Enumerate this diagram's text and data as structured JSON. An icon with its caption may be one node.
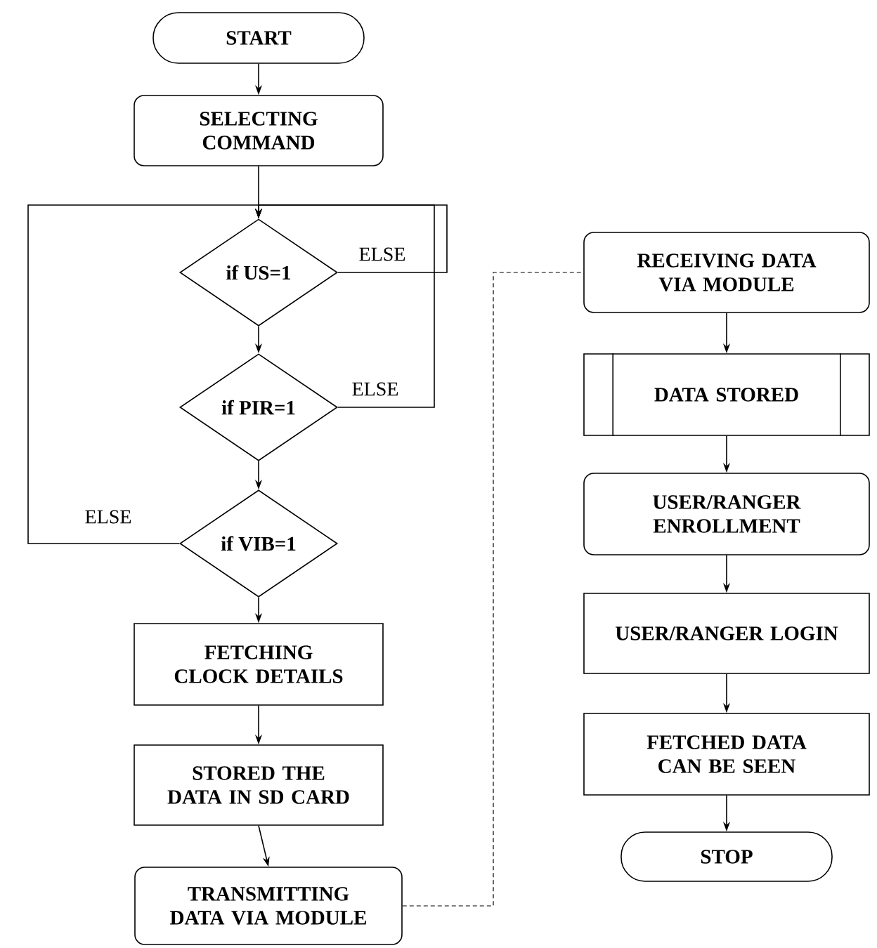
{
  "diagram": {
    "nodes": [
      {
        "text": [
          "START"
        ]
      },
      {
        "text": [
          "SELECTING COMMAND"
        ]
      },
      {
        "text": [
          "if US=1"
        ]
      },
      {
        "text": [
          "if PIR=1"
        ]
      },
      {
        "text": [
          "if VIB=1"
        ]
      },
      {
        "text": [
          "FETCHING CLOCK DETAILS"
        ]
      },
      {
        "text": [
          "STORED THE DATA IN SD CARD"
        ]
      },
      {
        "text": [
          "TRANSMITTING DATA VIA MODULE"
        ]
      },
      {
        "text": [
          "RECEIVING DATA VIA MODULE"
        ]
      },
      {
        "text": [
          "DATA STORED"
        ]
      },
      {
        "text": [
          "USER/RANGER ENROLLMENT"
        ]
      },
      {
        "text": [
          "USER/RANGER LOGIN"
        ]
      },
      {
        "text": [
          "FETCHED DATA CAN BE SEEN"
        ]
      },
      {
        "text": [
          "STOP"
        ]
      }
    ],
    "edges": [
      {
        "from": 0,
        "to": 1,
        "arrow": "to"
      },
      {
        "from": 1,
        "to": 2,
        "arrow": "to"
      },
      {
        "from": 2,
        "to": 2,
        "arrow": "to",
        "label": "ELSE"
      },
      {
        "from": 2,
        "to": 3,
        "arrow": "to"
      },
      {
        "from": 3,
        "to": 2,
        "arrow": "to",
        "label": "ELSE"
      },
      {
        "from": 3,
        "to": 4,
        "arrow": "to"
      },
      {
        "from": 4,
        "to": 2,
        "arrow": "to",
        "label": "ELSE"
      },
      {
        "from": 4,
        "to": 5,
        "arrow": "to"
      },
      {
        "from": 5,
        "to": 6,
        "arrow": "to"
      },
      {
        "from": 6,
        "to": 7,
        "arrow": "to"
      },
      {
        "from": 7,
        "to": 8,
        "arrow": "none",
        "style": "dashed"
      },
      {
        "from": 8,
        "to": 9,
        "arrow": "to"
      },
      {
        "from": 9,
        "to": 10,
        "arrow": "to"
      },
      {
        "from": 10,
        "to": 11,
        "arrow": "to"
      },
      {
        "from": 11,
        "to": 12,
        "arrow": "to"
      },
      {
        "from": 12,
        "to": 13,
        "arrow": "to"
      }
    ]
  }
}
